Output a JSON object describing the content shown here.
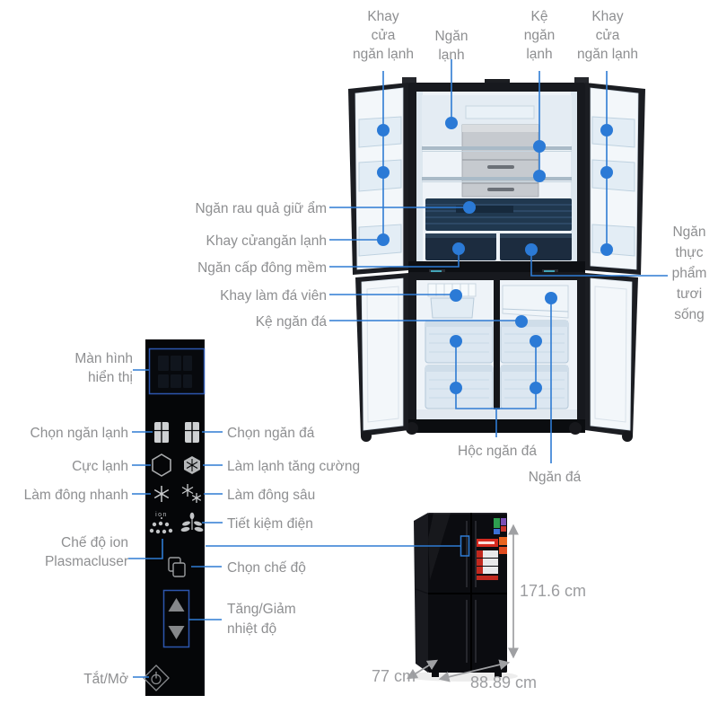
{
  "colors": {
    "accent_blue": "#2e7bd3",
    "label_gray": "#8e8f91",
    "dimension_gray": "#9c9da0",
    "panel_outline_blue": "#2d55ad",
    "panel_black": "#050608"
  },
  "fridge_labels": {
    "top_left_door": "Khay\ncửa\nngăn lạnh",
    "fresh_compartment": "Ngăn\nlạnh",
    "fresh_shelf": "Kệ\nngăn\nlạnh",
    "top_right_door": "Khay\ncửa\nngăn lạnh",
    "humid_crisper": "Ngăn rau quả giữ ẩm",
    "door_tray": "Khay cửangăn lạnh",
    "soft_freezing": "Ngăn cấp đông mềm",
    "ice_cube_tray": "Khay làm đá viên",
    "freezer_shelf": "Kệ ngăn đá",
    "fresh_food": "Ngăn\nthực\nphẩm\ntươi\nsống",
    "freezer_bin": "Hộc ngăn đá",
    "freezer_compartment": "Ngăn đá"
  },
  "control_panel": {
    "display": "Màn hình\nhiển thị",
    "select_fridge": "Chọn ngăn lạnh",
    "select_freezer": "Chọn ngăn đá",
    "extra_cold": "Cực lạnh",
    "power_cooling": "Làm lạnh tăng cường",
    "quick_freezing": "Làm đông nhanh",
    "deep_freezing": "Làm đông sâu",
    "energy_saving": "Tiết kiệm điện",
    "ion_mode": "Chế độ ion\nPlasmacluser",
    "mode_select": "Chọn chế độ",
    "temp_adjust": "Tăng/Giảm\nnhiệt độ",
    "power": "Tắt/Mở",
    "ion_icon_text": "ion"
  },
  "dimensions": {
    "height": "171.6 cm",
    "depth": "77 cm",
    "width": "88.89 cm"
  }
}
